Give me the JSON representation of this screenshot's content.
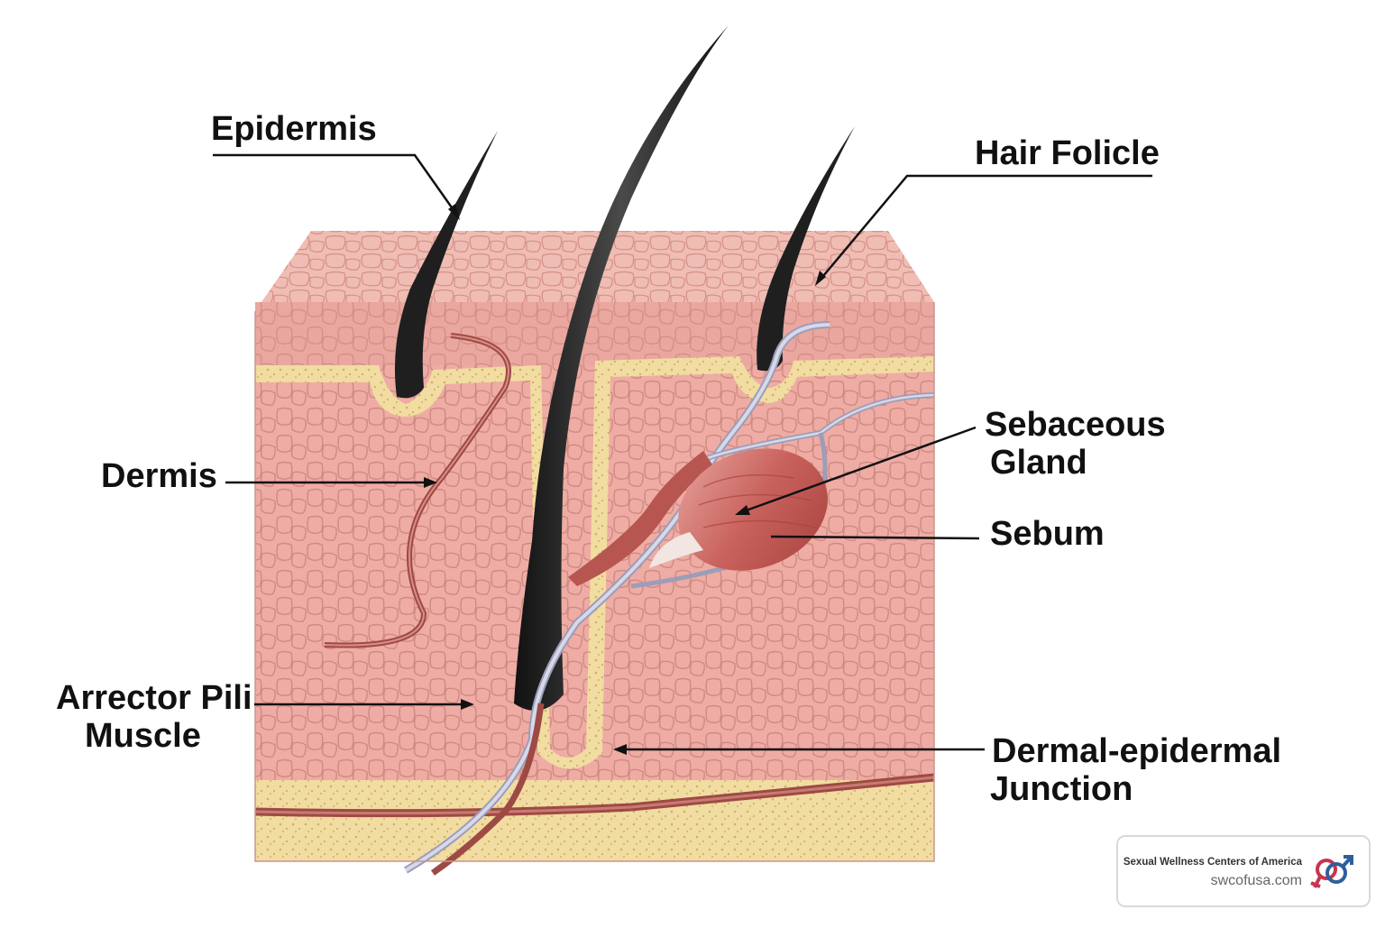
{
  "labels": {
    "epidermis": "Epidermis",
    "hair_folicle": "Hair Folicle",
    "dermis": "Dermis",
    "sebaceous_gland": [
      "Sebaceous",
      "Gland"
    ],
    "sebum": "Sebum",
    "arrector_pili_muscle": [
      "Arrector Pili",
      "Muscle"
    ],
    "dermal_epidermal_junction": [
      "Dermal-epidermal",
      "Junction"
    ]
  },
  "credit": {
    "organization": "Sexual Wellness Centers of America",
    "website": "swcofusa.com",
    "logo_icon": "gender-symbols-icon"
  },
  "colors": {
    "skin_top": "#ecb4ab",
    "skin_body": "#edaaa2",
    "cell_lines": "#cf8a82",
    "fat_layer": "#f1dca2",
    "hair": "#1f1f1f",
    "vessel": "#9e4a44",
    "nerve": "#bfc0d6",
    "gland": "#c9625d",
    "label_text": "#111111",
    "logo_female": "#c8344d",
    "logo_male": "#2f5f9a"
  }
}
